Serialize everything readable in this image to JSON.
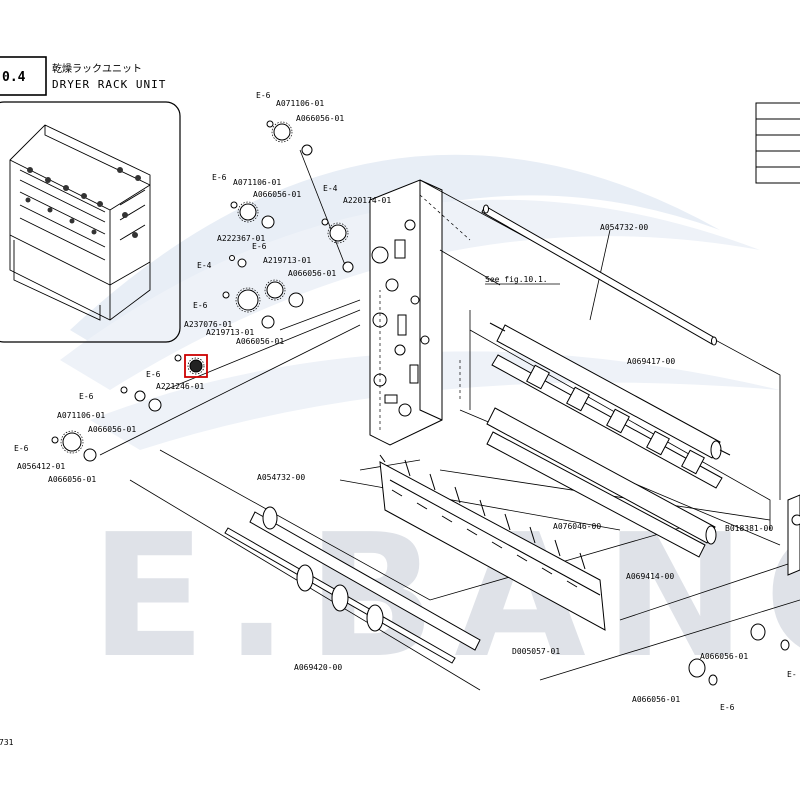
{
  "header": {
    "section_number": "0.4",
    "title_jp": "乾燥ラックユニット",
    "title_en": "DRYER RACK UNIT"
  },
  "watermark": {
    "text": "E.BANG",
    "color": "#dfe2e8",
    "swoosh_color": "#e8eef6"
  },
  "footer": {
    "page_ref": "731"
  },
  "reference": {
    "see_fig": "See fig.10.1."
  },
  "parts": {
    "e6_top": "E-6",
    "a071106_top": "A071106-01",
    "a066056_top": "A066056-01",
    "e6_left": "E-6",
    "a071106_left": "A071106-01",
    "a066056_left": "A066056-01",
    "e4_upper": "E-4",
    "a220174": "A220174-01",
    "a222367": "A222367-01",
    "e6_mid": "E-6",
    "e4_mid": "E-4",
    "a219713_upper": "A219713-01",
    "a066056_mid": "A066056-01",
    "e6_gear": "E-6",
    "a237076": "A237076-01",
    "a219713_lower": "A219713-01",
    "a066056_lower": "A066056-01",
    "e6_highlight": "E-6",
    "a221246": "A221246-01",
    "e6_bottom_left": "E-6",
    "a071106_bottom": "A071106-01",
    "a066056_bottom": "A066056-01",
    "e6_far_left": "E-6",
    "a056412": "A056412-01",
    "a066056_far_left": "A066056-01",
    "a054732_top": "A054732-00",
    "a069417": "A069417-00",
    "b018381": "B018381-00",
    "a076046": "A076046-00",
    "a069414": "A069414-00",
    "a054732_bottom": "A054732-00",
    "a069420": "A069420-00",
    "d005057": "D005057-01",
    "a066056_right": "A066056-01",
    "e_right": "E-",
    "a066056_right_bottom": "A066056-01",
    "e6_right_bottom": "E-6"
  },
  "highlighted_part": "A221246-01",
  "highlight_color": "#cc0000"
}
